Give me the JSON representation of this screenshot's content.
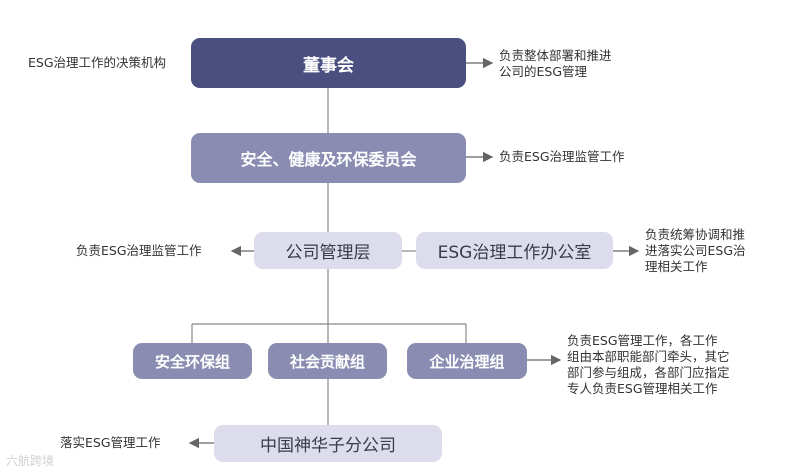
{
  "nodes": {
    "board": "董事会",
    "committee": "安全、健康及环保委员会",
    "management": "公司管理层",
    "esg_office": "ESG治理工作办公室",
    "group_safety": "安全环保组",
    "group_social": "社会贡献组",
    "group_governance": "企业治理组",
    "subsidiary": "中国神华子分公司"
  },
  "notes": {
    "board_left": "ESG治理工作的决策机构",
    "board_right": "负责整体部署和推进\n公司的ESG管理",
    "committee_right": "负责ESG治理监管工作",
    "management_left": "负责ESG治理监管工作",
    "office_right": "负责统筹协调和推\n进落实公司ESG治\n理相关工作",
    "groups_right": "负责ESG管理工作，各工作\n组由本部职能部门牵头，其它\n部门参与组成，各部门应指定\n专人负责ESG管理相关工作",
    "subsidiary_left": "落实ESG管理工作"
  },
  "colors": {
    "dark": "#4a4f80",
    "mid": "#8a8db1",
    "light": "#dcdced",
    "line": "#666666"
  },
  "watermark": "六航跨境"
}
